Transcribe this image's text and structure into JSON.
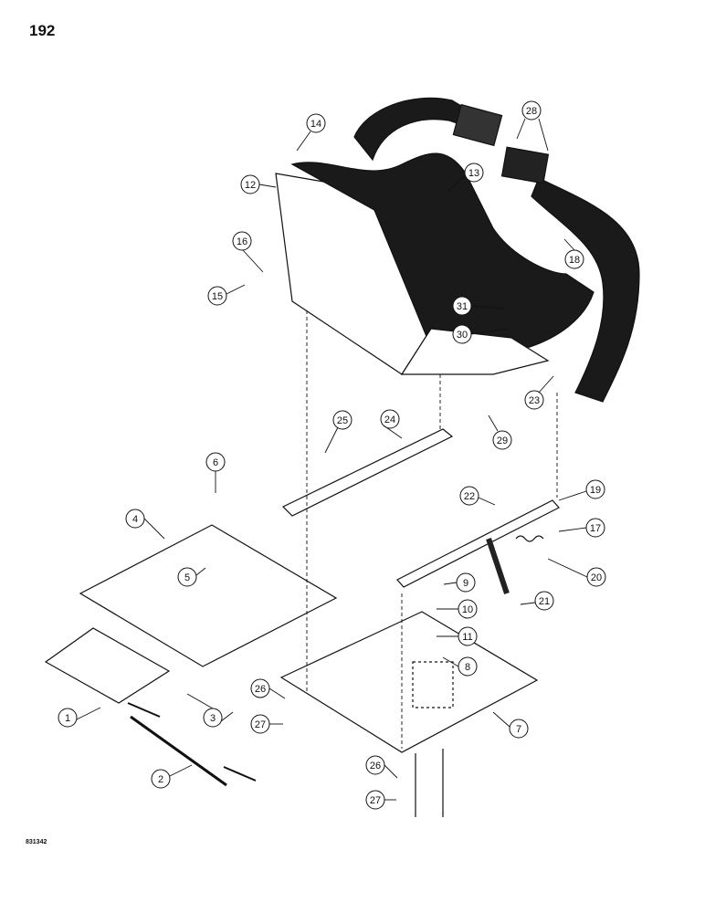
{
  "page_number": "192",
  "drawing_code": "831342",
  "callouts": [
    "1",
    "2",
    "3",
    "4",
    "5",
    "6",
    "7",
    "8",
    "9",
    "10",
    "11",
    "12",
    "13",
    "14",
    "15",
    "16",
    "17",
    "18",
    "19",
    "20",
    "21",
    "22",
    "23",
    "24",
    "25",
    "26",
    "27",
    "28",
    "29",
    "30",
    "31",
    "26",
    "27"
  ]
}
